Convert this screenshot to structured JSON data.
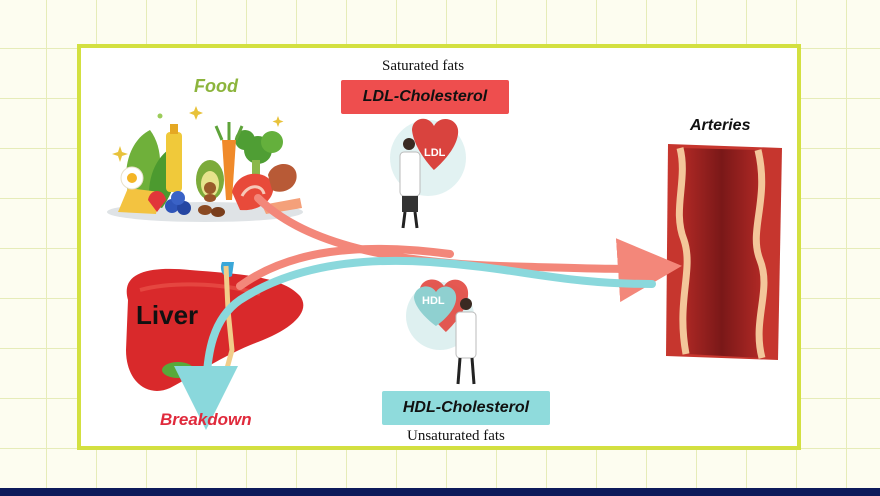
{
  "labels": {
    "food": "Food",
    "liver": "Liver",
    "breakdown": "Breakdown",
    "arteries": "Arteries",
    "saturated_fats": "Saturated fats",
    "ldl_cholesterol": "LDL-Cholesterol",
    "hdl_cholesterol": "HDL-Cholesterol",
    "unsaturated_fats": "Unsaturated fats",
    "ldl_badge": "LDL",
    "hdl_badge": "HDL"
  },
  "colors": {
    "grid_background": "#fdfdf0",
    "panel_border": "#d3e040",
    "food_label": "#8cb43c",
    "breakdown_label": "#e02a3c",
    "ldl_pill": "#ee4e4e",
    "hdl_pill": "#8fdbdc",
    "ldl_arrow": "#f3877a",
    "hdl_arrow": "#8ad8dc",
    "liver": "#d9292b",
    "artery_outer": "#c6362e",
    "artery_inner": "#8a1e1e",
    "plaque": "#f3c69a",
    "bottom_bar": "#0d1a5a"
  },
  "icons": [
    "food-pile-icon",
    "liver-icon",
    "gallbladder-icon",
    "artery-icon",
    "ldl-doctor-icon",
    "hdl-doctor-icon"
  ]
}
